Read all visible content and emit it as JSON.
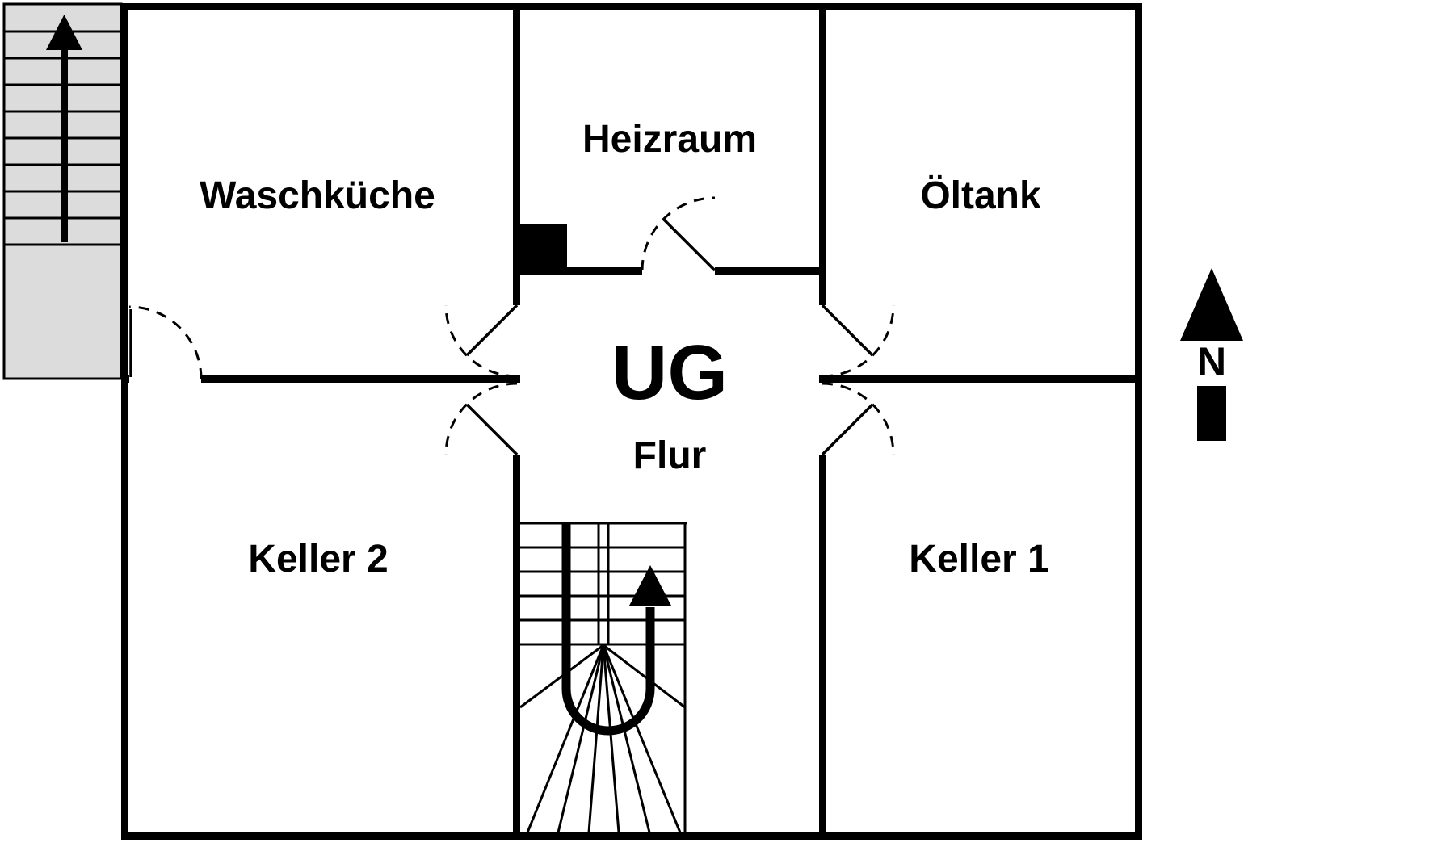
{
  "floor_plan": {
    "floor_code": "UG",
    "rooms": {
      "waschkueche": "Waschküche",
      "heizraum": "Heizraum",
      "oeltank": "Öltank",
      "flur": "Flur",
      "keller2": "Keller 2",
      "keller1": "Keller 1"
    },
    "compass": {
      "north_label": "N"
    },
    "colors": {
      "walls": "#000000",
      "stair_fill": "#dcdcdc",
      "floor_code_text": "#8c8c8c",
      "background": "#ffffff"
    }
  }
}
